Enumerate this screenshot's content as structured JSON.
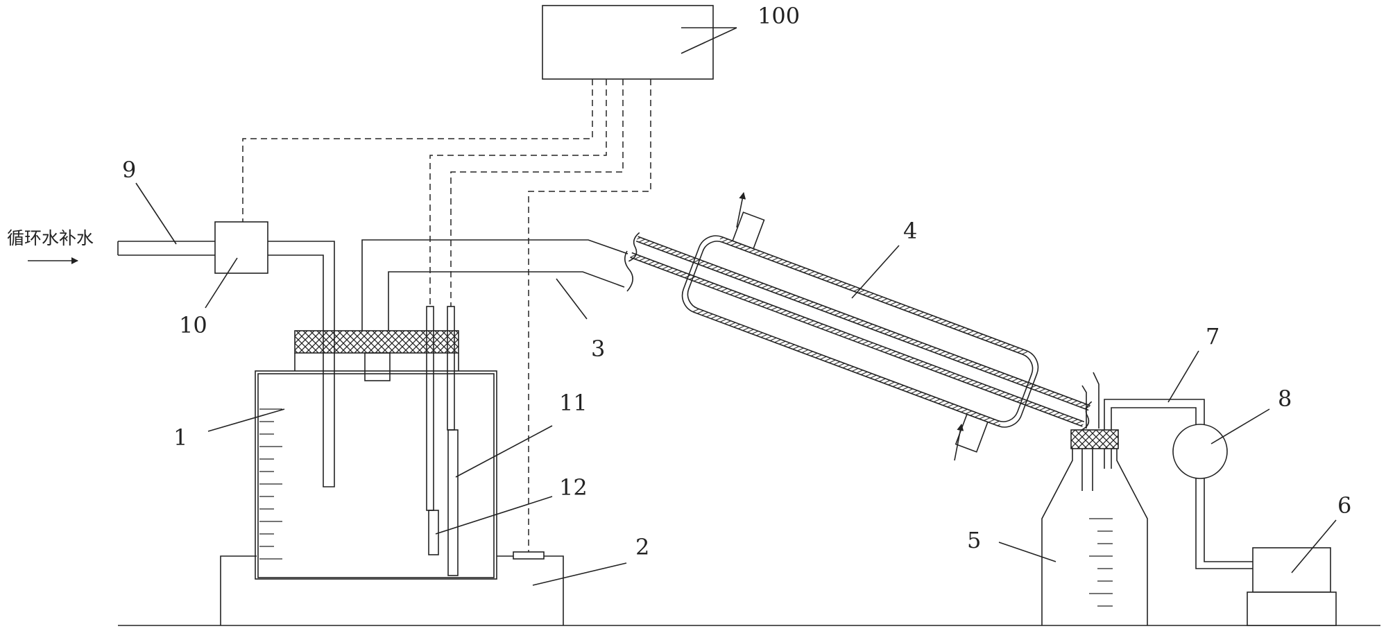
{
  "labels": {
    "controller": "100",
    "water_tank": "1",
    "base": "2",
    "pipe": "3",
    "condenser": "4",
    "collection_bottle": "5",
    "pump_unit": "6",
    "tube": "7",
    "pump": "8",
    "makeup_pipe": "9",
    "valve": "10",
    "sensor_11": "11",
    "sensor_12": "12"
  },
  "inlet_text": "循环水补水",
  "colors": {
    "line": "#222222",
    "background": "#ffffff"
  }
}
